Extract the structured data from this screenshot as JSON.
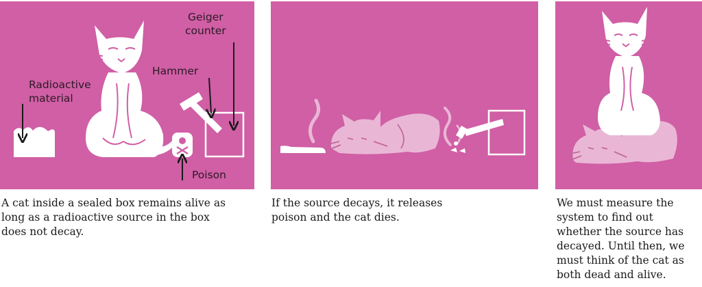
{
  "panels": [
    {
      "labels": {
        "radioactive_line1": "Radioactive",
        "radioactive_line2": "material",
        "geiger_line1": "Geiger",
        "geiger_line2": "counter",
        "hammer": "Hammer",
        "poison": "Poison"
      },
      "caption": "A cat inside a sealed box remains alive as long as a radioactive source in the box does not decay."
    },
    {
      "caption": "If the source decays, it releases poison and the cat dies."
    },
    {
      "caption": "We must measure the system to find out whether the source has decayed. Until then, we must think of the cat as both dead and alive."
    }
  ],
  "colors": {
    "panel_bg": "#d05fa5",
    "alive_cat": "#ffffff",
    "dead_cat": "#eab6d6",
    "arrow": "#1a1a1a"
  }
}
